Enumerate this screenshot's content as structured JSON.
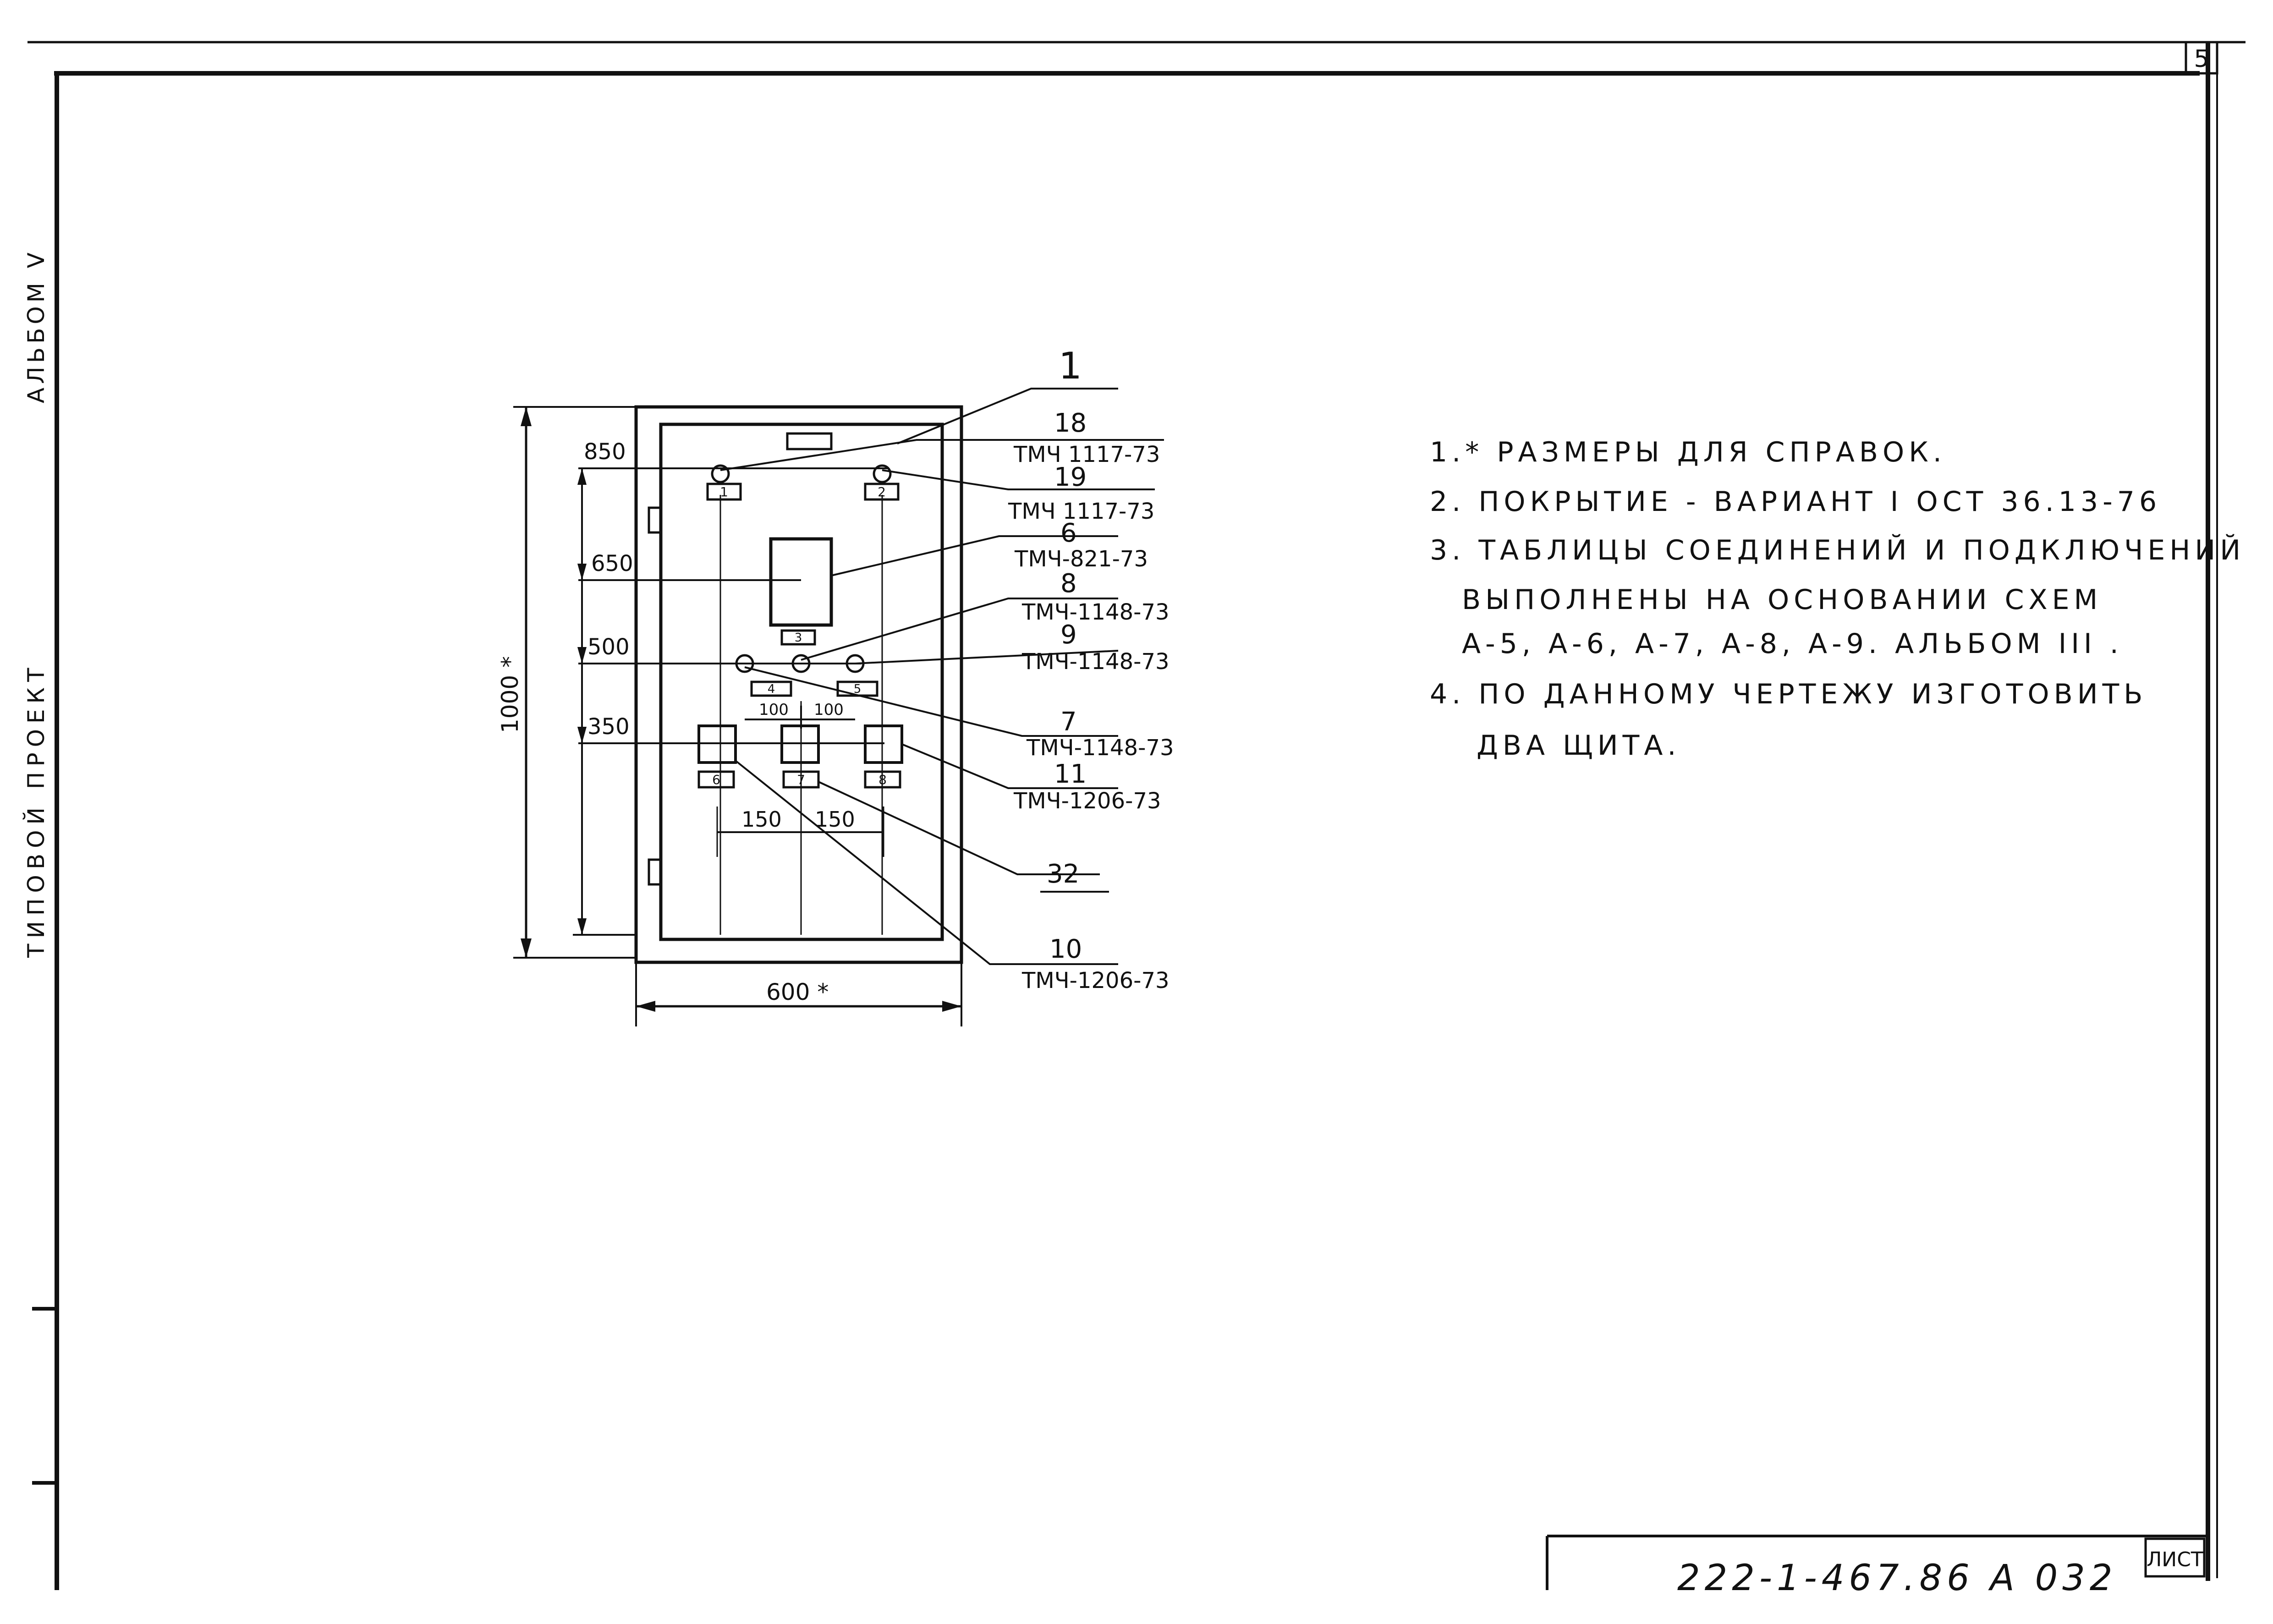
{
  "sheet": {
    "number": "5",
    "drawing_code": "222-1-467.86  А 032",
    "stamp": "ЛИСТ"
  },
  "side": {
    "album": "АЛЬБОМ V",
    "project": "ТИПОВОЙ ПРОЕКТ"
  },
  "drawing": {
    "position_main": "1",
    "dim_height": "1000 *",
    "dim_width": "600 *",
    "levels": [
      "850",
      "650",
      "500",
      "350"
    ],
    "spacing_top": [
      "100",
      "100"
    ],
    "spacing_bottom": [
      "150",
      "150"
    ],
    "slots": [
      "1",
      "2",
      "3",
      "4",
      "5",
      "6",
      "7",
      "8"
    ],
    "callouts": [
      {
        "num": "18",
        "ref": "ТМЧ 1117-73"
      },
      {
        "num": "19",
        "ref": "ТМЧ 1117-73"
      },
      {
        "num": "6",
        "ref": "ТМЧ-821-73"
      },
      {
        "num": "8",
        "ref": "ТМЧ-1148-73"
      },
      {
        "num": "9",
        "ref": "ТМЧ-1148-73"
      },
      {
        "num": "7",
        "ref": "ТМЧ-1148-73"
      },
      {
        "num": "11",
        "ref": "ТМЧ-1206-73"
      },
      {
        "num": "32",
        "ref": ""
      },
      {
        "num": "10",
        "ref": "ТМЧ-1206-73"
      }
    ]
  },
  "notes": [
    "1.* РАЗМЕРЫ ДЛЯ СПРАВОК.",
    "2. ПОКРЫТИЕ - ВАРИАНТ I ОСТ 36.13-76",
    "3. ТАБЛИЦЫ СОЕДИНЕНИЙ И ПОДКЛЮЧЕНИЙ",
    "ВЫПОЛНЕНЫ НА ОСНОВАНИИ СХЕМ",
    "А-5, А-6, А-7, А-8, А-9. АЛЬБОМ III .",
    "4. ПО ДАННОМУ ЧЕРТЕЖУ ИЗГОТОВИТЬ",
    "ДВА ЩИТА."
  ]
}
